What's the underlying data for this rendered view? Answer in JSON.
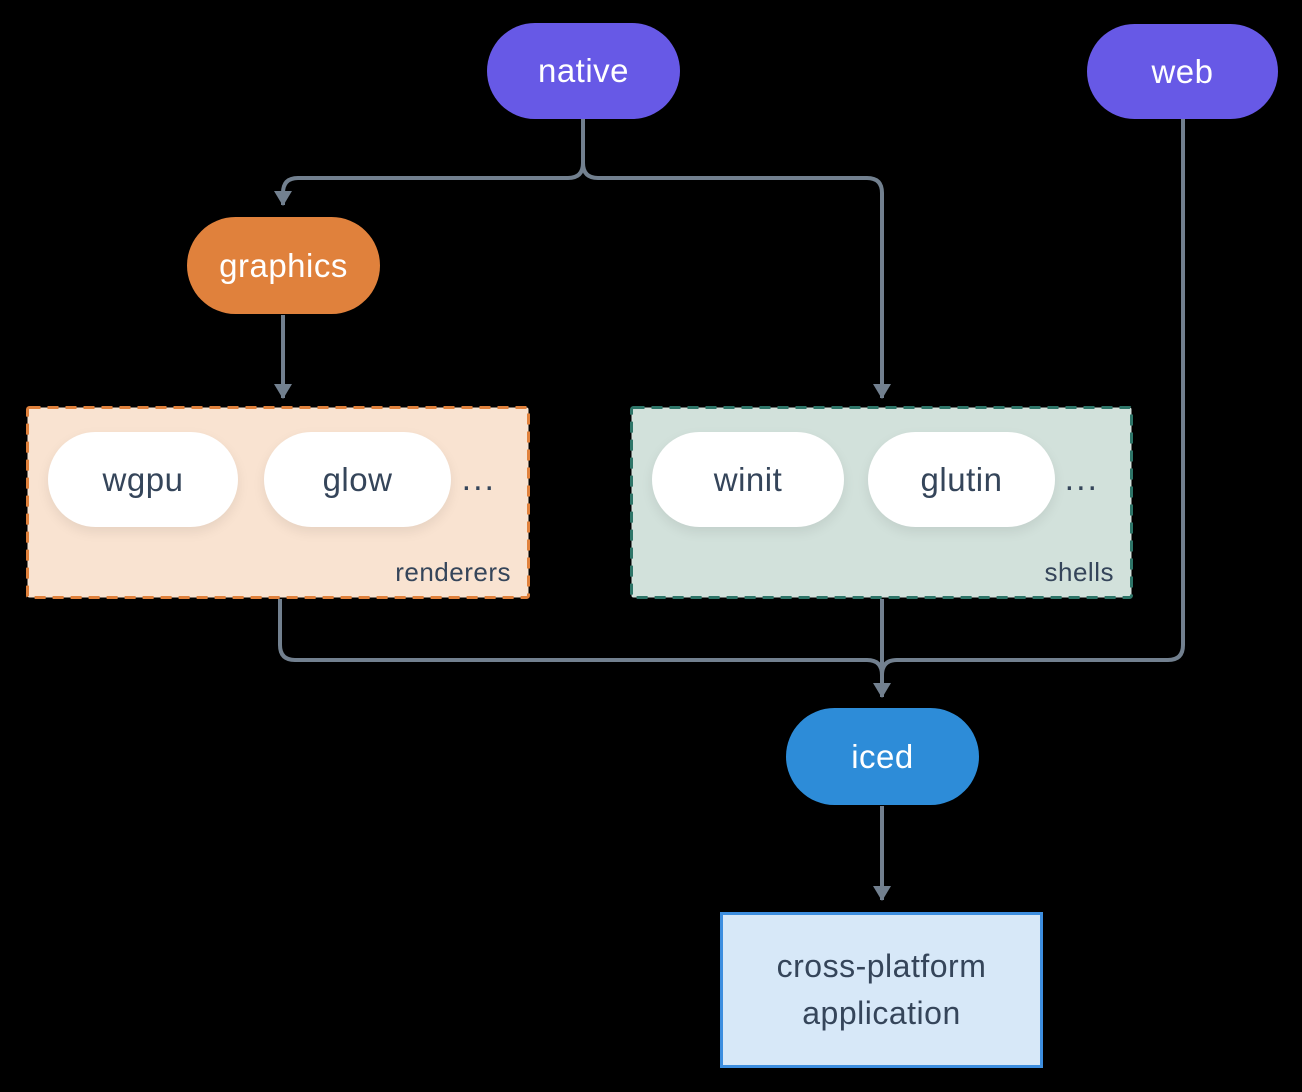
{
  "colors": {
    "background": "#000000",
    "purple": "#6759e6",
    "orange": "#e0813c",
    "blue": "#2d8cd8",
    "line": "#72808f",
    "dark_text": "#35455a",
    "white": "#ffffff",
    "renderers_fill": "#f9e3d1",
    "renderers_border": "#e0813c",
    "shells_fill": "#d2e1db",
    "shells_border": "#2e7568",
    "app_fill": "#d7e8f8",
    "app_border": "#3d8edf"
  },
  "nodes": {
    "native": {
      "label": "native"
    },
    "web": {
      "label": "web"
    },
    "graphics": {
      "label": "graphics"
    },
    "iced": {
      "label": "iced"
    }
  },
  "groups": {
    "renderers": {
      "label": "renderers",
      "items": [
        "wgpu",
        "glow"
      ],
      "ellipsis": "..."
    },
    "shells": {
      "label": "shells",
      "items": [
        "winit",
        "glutin"
      ],
      "ellipsis": "..."
    }
  },
  "application": {
    "line1": "cross-platform",
    "line2": "application"
  }
}
